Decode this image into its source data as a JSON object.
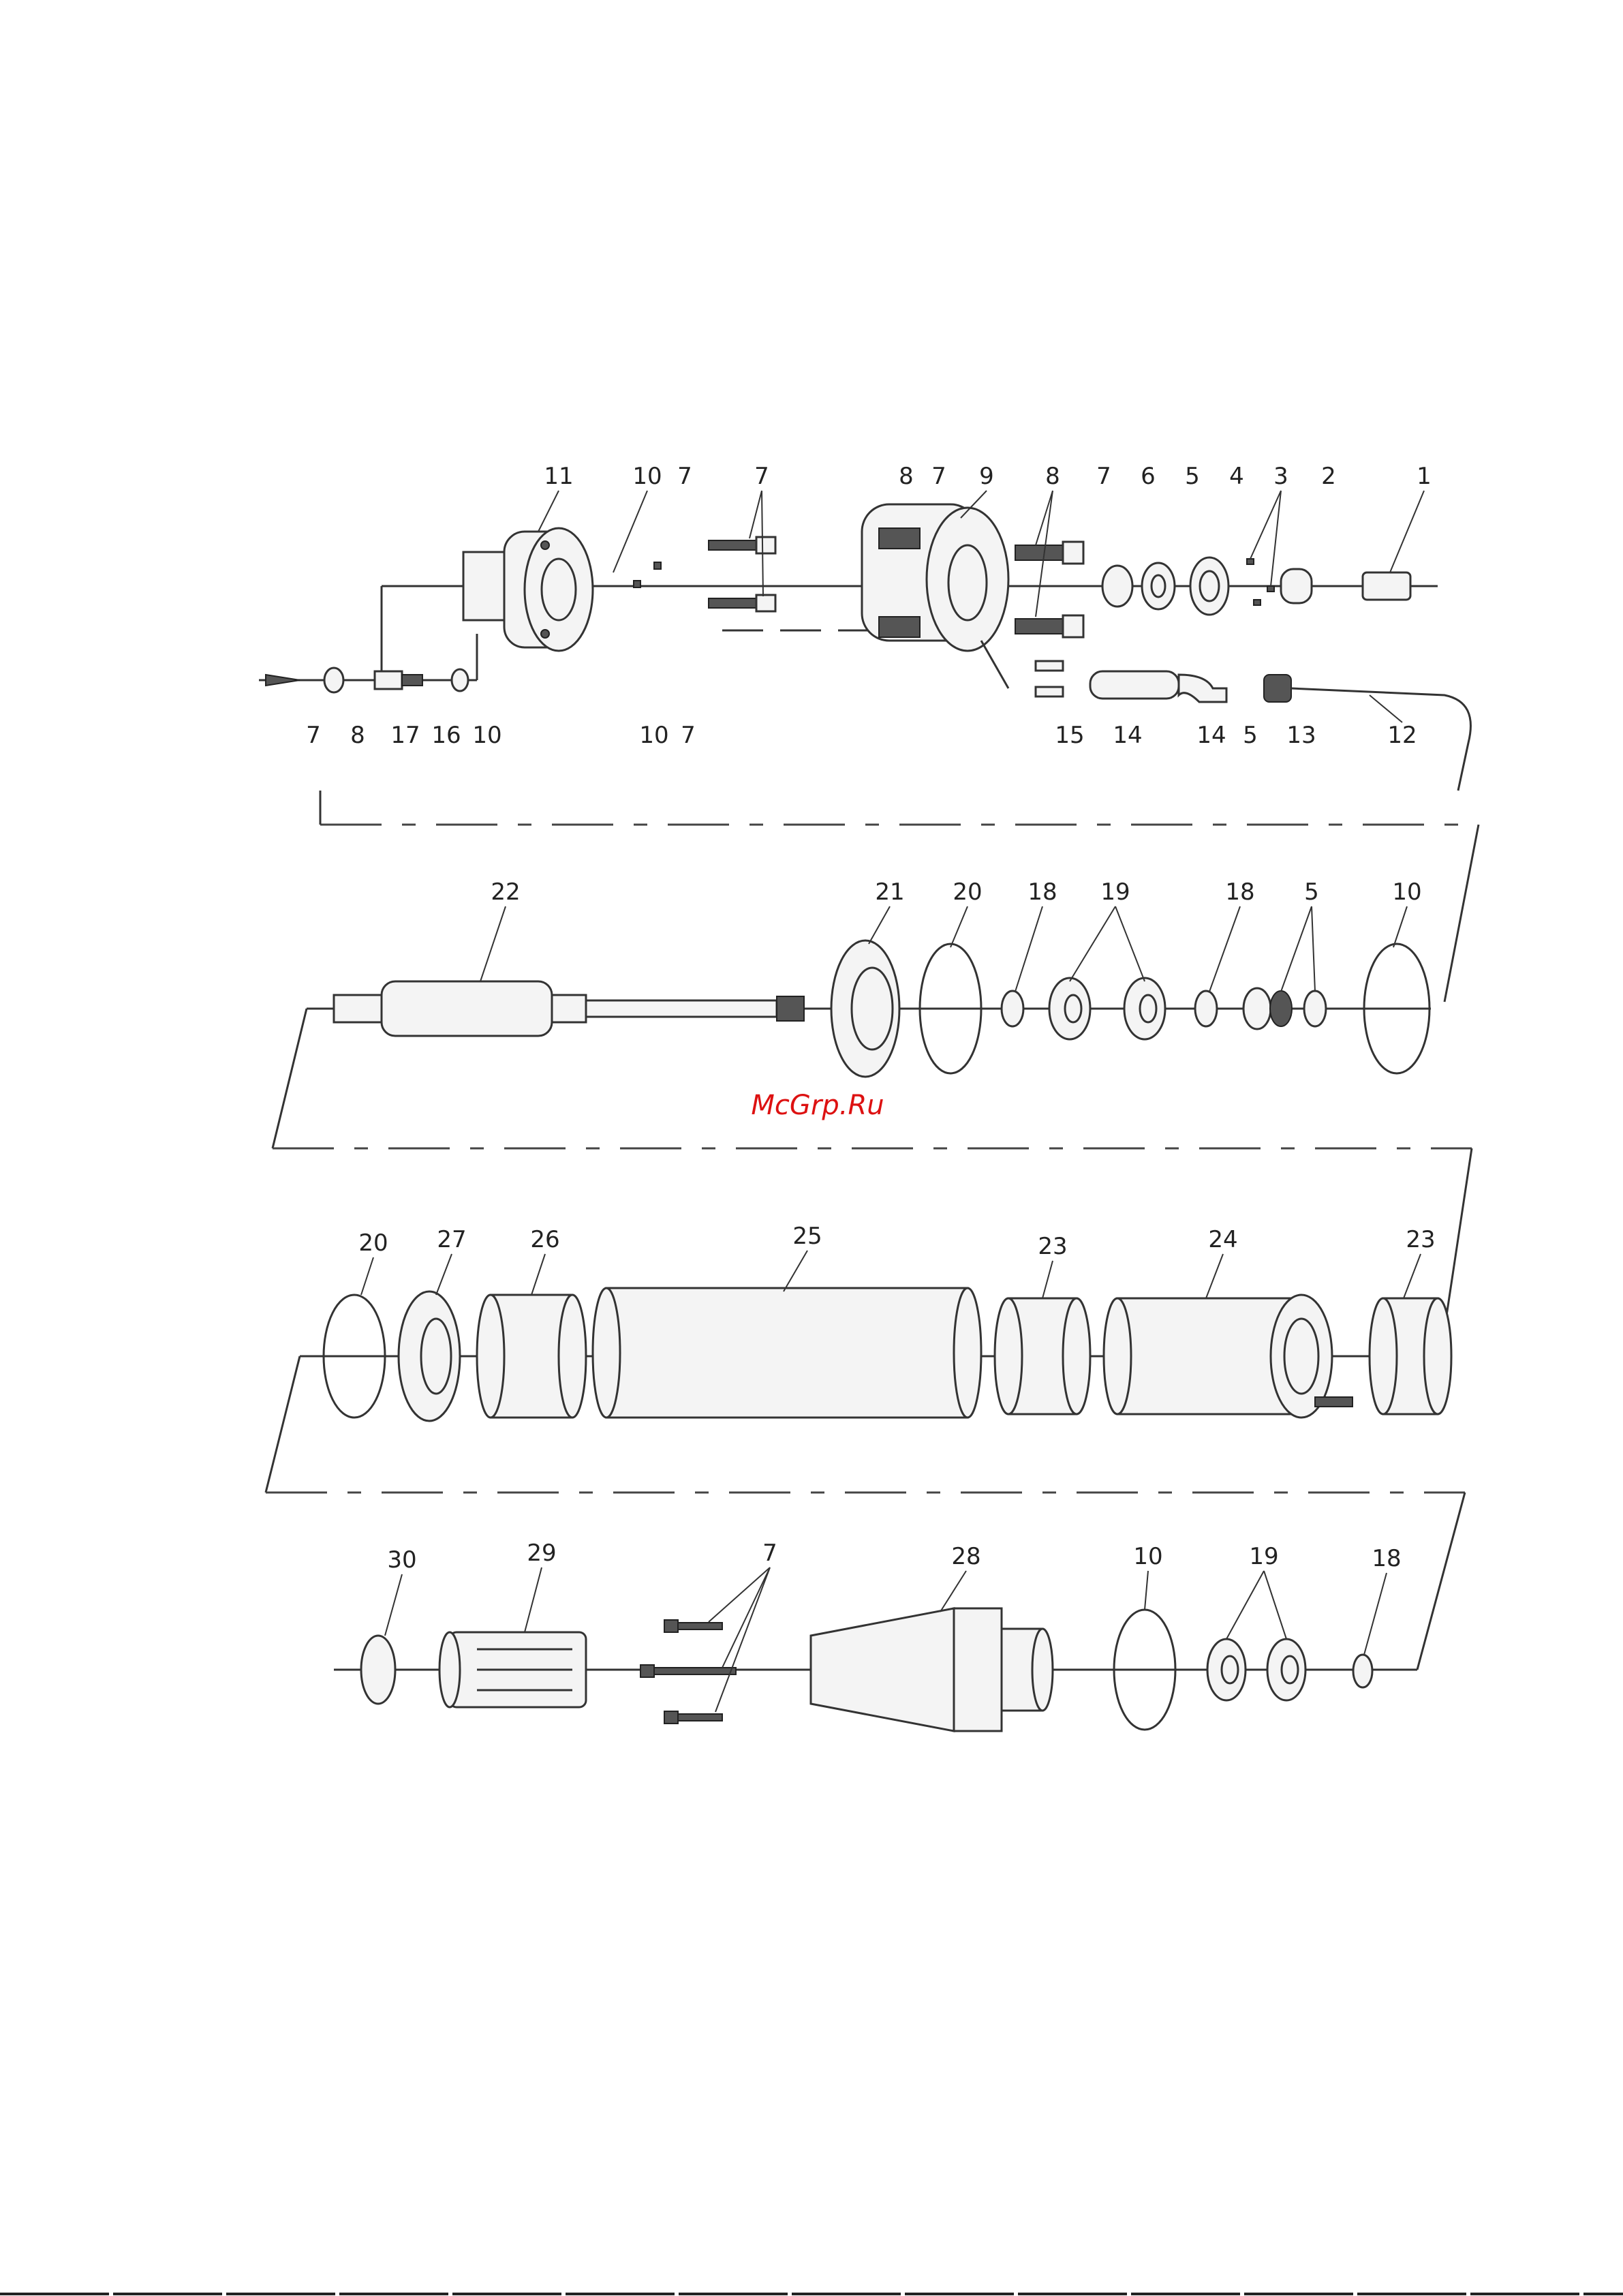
{
  "watermark": "McGrp.Ru",
  "labels": {
    "r1": [
      "11",
      "10",
      "7",
      "7",
      "8",
      "7",
      "9",
      "8",
      "7",
      "6",
      "5",
      "4",
      "3",
      "2",
      "1"
    ],
    "r1b": [
      "7",
      "8",
      "17",
      "16",
      "10",
      "10",
      "7",
      "15",
      "14",
      "14",
      "5",
      "13",
      "12"
    ],
    "r2": [
      "22",
      "21",
      "20",
      "18",
      "19",
      "18",
      "5",
      "10"
    ],
    "r3": [
      "20",
      "27",
      "26",
      "25",
      "23",
      "24",
      "23"
    ],
    "r4": [
      "30",
      "29",
      "7",
      "28",
      "10",
      "19",
      "18"
    ]
  }
}
